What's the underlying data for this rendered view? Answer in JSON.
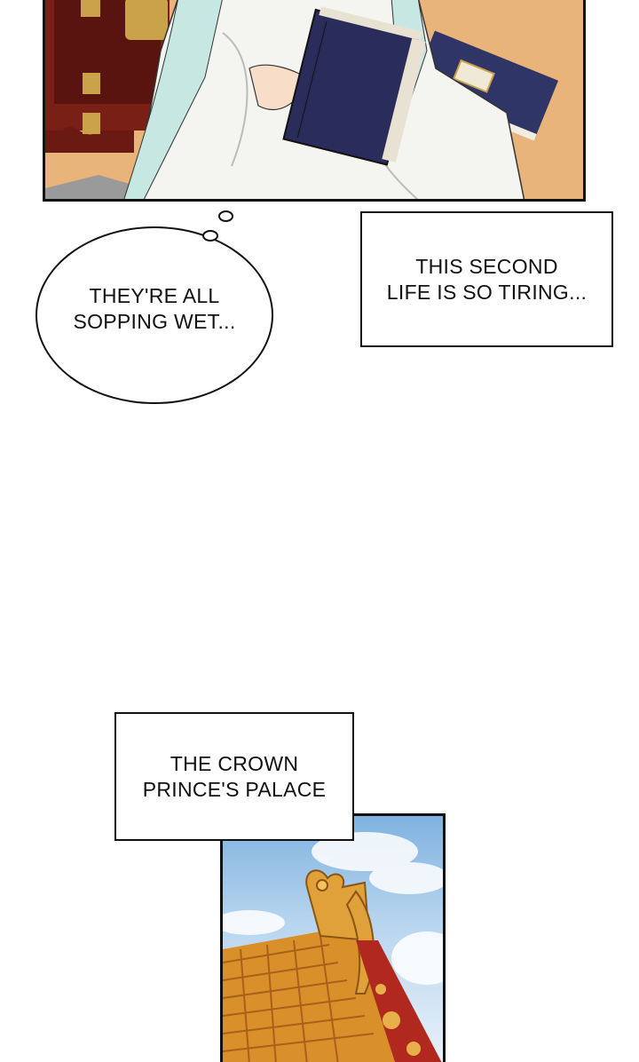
{
  "panels": {
    "top": {
      "icon": "comic-panel-scholar-with-book"
    },
    "bottom": {
      "icon": "comic-panel-palace-roof"
    }
  },
  "thought_bubble": {
    "text": "THEY'RE ALL\nSOPPING WET..."
  },
  "narration_1": {
    "text": "THIS SECOND\nLIFE IS SO TIRING..."
  },
  "narration_2": {
    "text": "THE CROWN\nPRINCE'S PALACE"
  },
  "colors": {
    "floor": "#e9b479",
    "robe_white": "#f4f4f0",
    "robe_teal": "#c7e7e3",
    "book_navy": "#2a2d5c",
    "cabinet_red": "#7a1f16",
    "brass": "#c9a24a",
    "roof_tile": "#d9902a",
    "sky": "#7fb2e0",
    "ink": "#111111"
  }
}
